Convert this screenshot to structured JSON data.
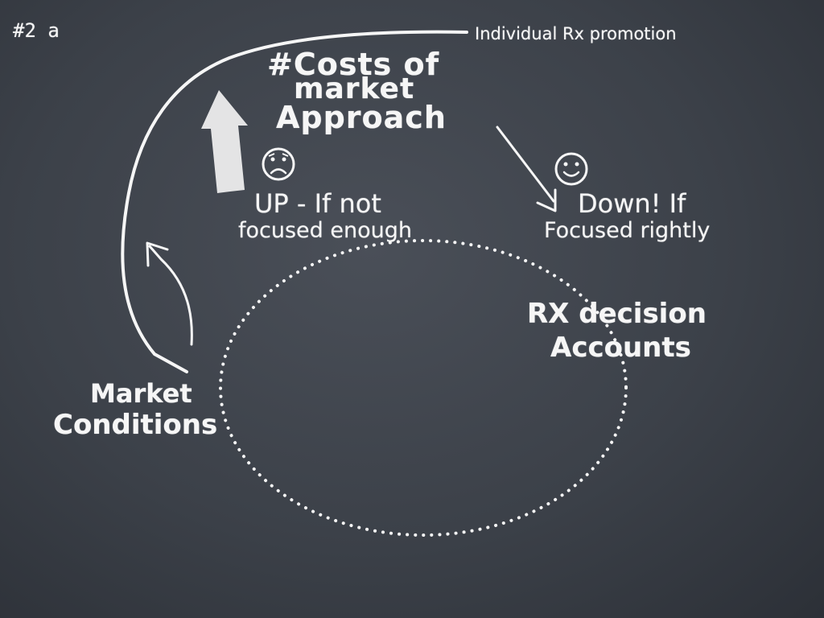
{
  "slide": {
    "number_label": "#2 a"
  },
  "header": {
    "label": "Individual Rx promotion"
  },
  "title": {
    "line1": "#Costs of",
    "line2": "market",
    "line3": "Approach"
  },
  "up_note": {
    "icon": "sad-face-icon",
    "line1": "UP - If not",
    "line2": "focused enough"
  },
  "down_note": {
    "icon": "smiley-face-icon",
    "line1": "Down! If",
    "line2": "Focused rightly"
  },
  "circle_label": {
    "line1": "RX decision",
    "line2": "Accounts"
  },
  "market_label": {
    "line1": "Market",
    "line2": "Conditions"
  },
  "colors": {
    "background": "#3c4149",
    "chalk": "#f6f6f6"
  }
}
